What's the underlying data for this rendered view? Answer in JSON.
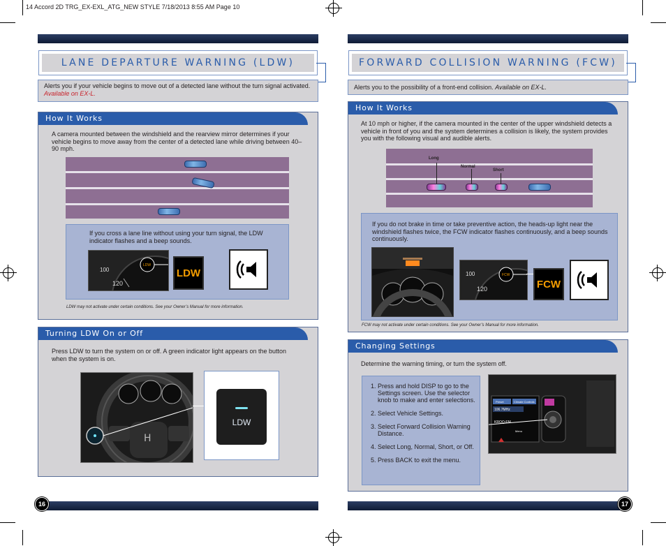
{
  "slug": "14 Accord 2D TRG_EX-EXL_ATG_NEW STYLE  7/18/2013  8:55 AM  Page 10",
  "left": {
    "title": "LANE DEPARTURE WARNING (LDW)",
    "intro": "Alerts you if your vehicle begins to move out of a detected lane without the turn signal activated. ",
    "intro_avail": "Available on EX-L.",
    "how": {
      "heading": "How It Works",
      "text": "A camera mounted between the windshield and the rearview mirror determines if your vehicle begins to move away from the center of a detected lane while driving between 40–90 mph.",
      "panel_text": "If you cross a lane line without using your turn signal, the LDW indicator flashes and a beep sounds.",
      "indicator": "LDW",
      "cluster_small": "LDW",
      "gauge_100": "100",
      "gauge_120": "120",
      "note": "LDW may not activate under certain conditions. See your Owner’s Manual for more information."
    },
    "onoff": {
      "heading": "Turning LDW On or Off",
      "text": "Press LDW to turn the system on or off. A green indicator light appears on the button when the system is on.",
      "button": "LDW"
    },
    "page": "16"
  },
  "right": {
    "title": "FORWARD COLLISION WARNING (FCW)",
    "intro": "Alerts you to the possibility of a front-end collision.  ",
    "intro_avail": "Available on EX-L.",
    "how": {
      "heading": "How It Works",
      "text": "At 10 mph or higher, if the camera mounted in the center of the upper windshield detects a vehicle in front of you and the system determines a collision is likely, the system provides you with the following visual and audible alerts.",
      "label_long": "Long",
      "label_normal": "Normal",
      "label_short": "Short",
      "panel_text": "If you do not brake in time or take preventive action, the heads-up light near the windshield flashes twice, the FCW indicator flashes continuously, and a beep sounds continuously.",
      "indicator": "FCW",
      "cluster_small": "FCW",
      "gauge_100": "100",
      "gauge_120": "120",
      "note": "FCW may not activate under certain conditions. See your Owner’s Manual for more information."
    },
    "settings": {
      "heading": "Changing Settings",
      "text": "Determine the warning timing, or turn the system off.",
      "steps": [
        "Press and hold DISP to go to the Settings screen. Use the selector knob to make and enter selections.",
        "Select Vehicle Settings.",
        "Select Forward Collision Warning Distance.",
        "Select Long, Normal, Short, or Off.",
        "Press BACK to exit the menu."
      ],
      "screen_preset": "Preset",
      "screen_climate": "Climate Controls",
      "screen_freq": "106.7MHz",
      "screen_station": "KROQ-FM",
      "screen_menu": "Menu"
    },
    "page": "17"
  }
}
